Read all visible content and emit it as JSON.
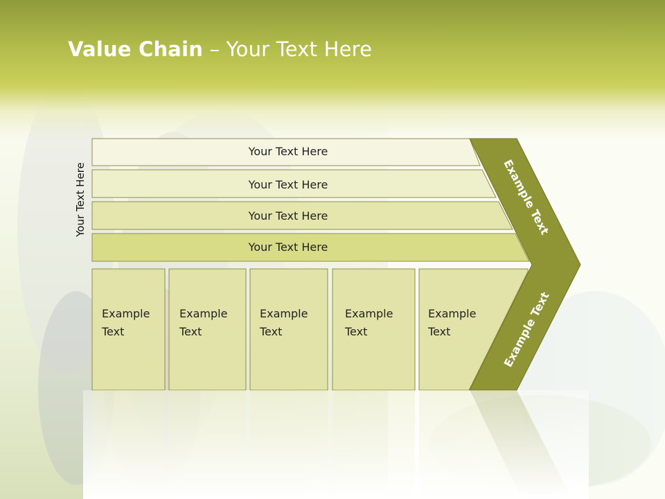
{
  "slide": {
    "title_bold": "Value Chain",
    "title_rest": " – Your Text Here"
  },
  "side_label": "Your Text Here",
  "bands": [
    {
      "label": "Your Text Here",
      "fill": "#f5f5e2"
    },
    {
      "label": "Your Text Here",
      "fill": "#eef0cc"
    },
    {
      "label": "Your Text Here",
      "fill": "#e4e6ae"
    },
    {
      "label": "Your Text Here",
      "fill": "#d9dc86"
    }
  ],
  "columns": [
    {
      "line1": "Example",
      "line2": "Text"
    },
    {
      "line1": "Example",
      "line2": "Text"
    },
    {
      "line1": "Example",
      "line2": "Text"
    },
    {
      "line1": "Example",
      "line2": "Text"
    },
    {
      "line1": "Example",
      "line2": "Text"
    }
  ],
  "chevron": {
    "upper_label": "Example Text",
    "lower_label": "Example Text"
  },
  "colors": {
    "header": "#b3bd4b",
    "column_fill": "#e2e3a8",
    "chevron_fill": "#8f9434",
    "outline": "#8d8f4a"
  }
}
